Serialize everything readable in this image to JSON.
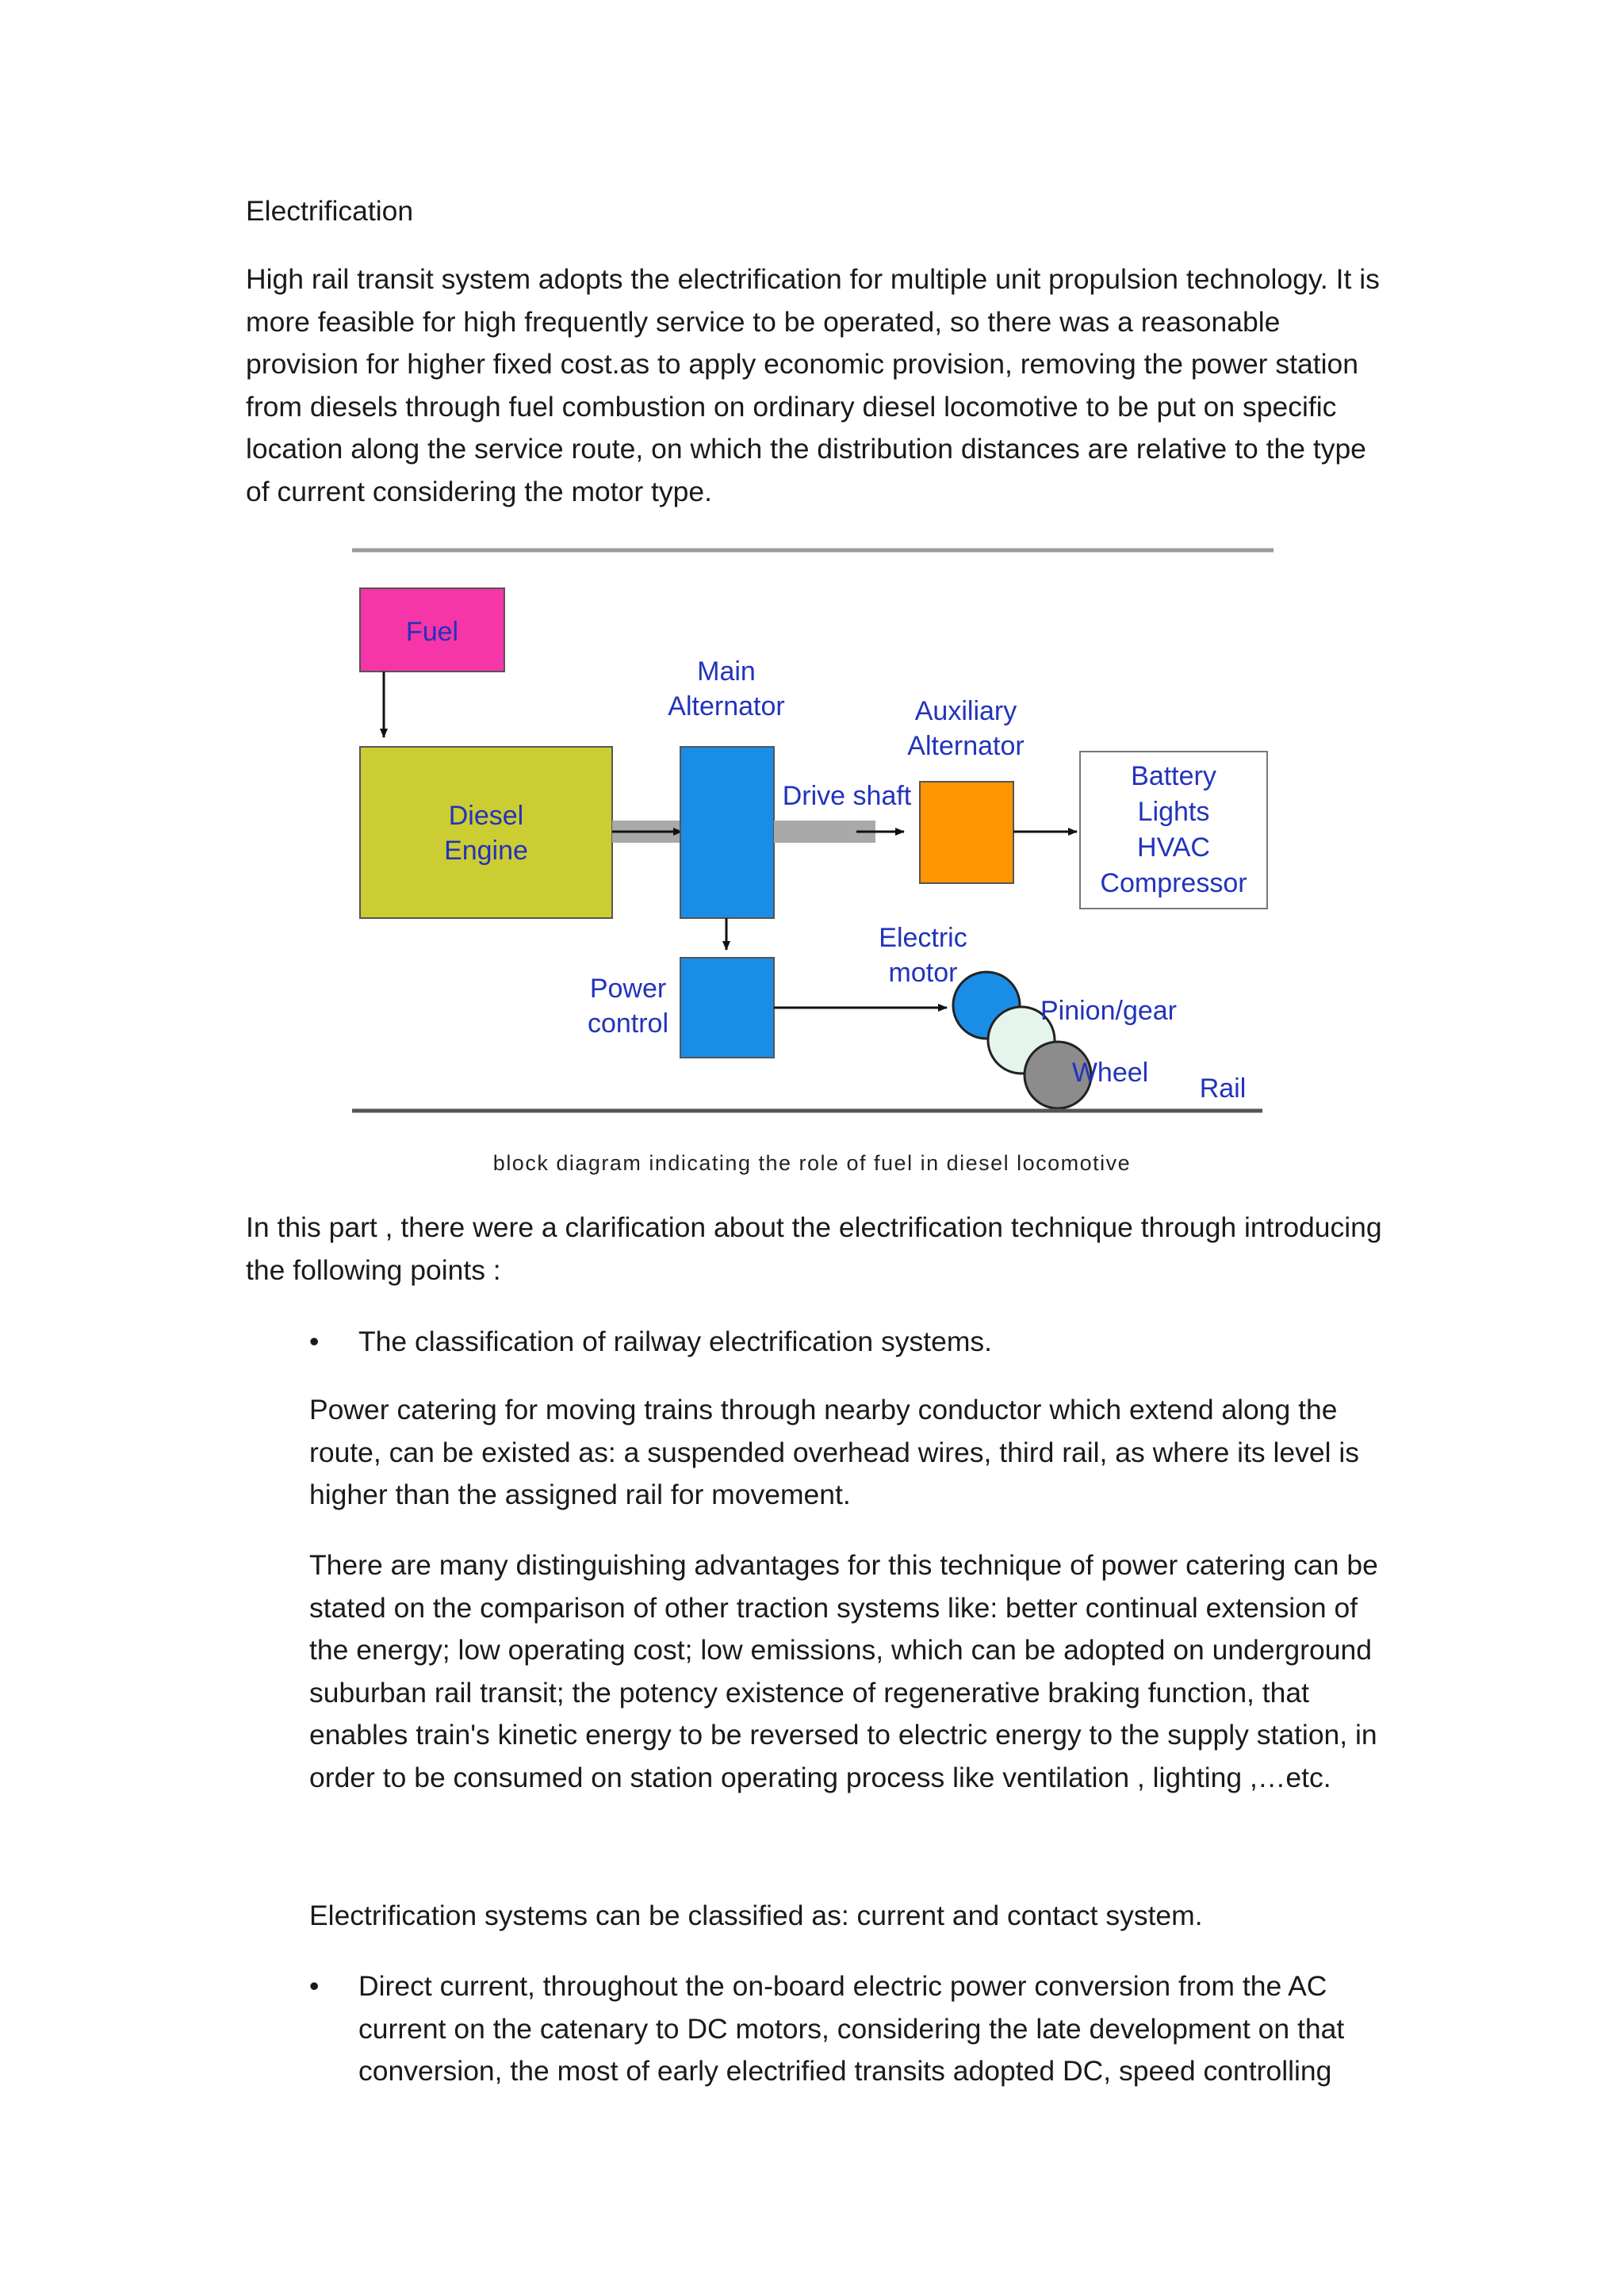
{
  "document": {
    "heading": "Electrification",
    "paragraph1": "High rail transit system adopts the electrification for multiple unit propulsion technology. It is more feasible for high frequently service to be operated, so there was a reasonable provision for higher fixed cost.as to apply economic provision, removing the power station from diesels through fuel combustion on ordinary diesel locomotive to be put on specific location along the service route, on which the distribution distances are relative to the type of current considering the motor type.",
    "figure": {
      "caption": "block diagram indicating the role of fuel in diesel locomotive",
      "labels": {
        "fuel": "Fuel",
        "diesel_line1": "Diesel",
        "diesel_line2": "Engine",
        "main_alt_line1": "Main",
        "main_alt_line2": "Alternator",
        "aux_alt_line1": "Auxiliary",
        "aux_alt_line2": "Alternator",
        "drive_shaft": "Drive shaft",
        "battery": "Battery",
        "lights": "Lights",
        "hvac": "HVAC",
        "compressor": "Compressor",
        "electric_line1": "Electric",
        "electric_line2": "motor",
        "power_line1": "Power",
        "power_line2": "control",
        "pinion": "Pinion/gear",
        "wheel": "Wheel",
        "rail": "Rail"
      },
      "colors": {
        "fuel": "#f535a8",
        "engine": "#cccc33",
        "alternator": "#1a8de6",
        "auxiliary": "#ff9500",
        "label_blue": "#2233bb"
      }
    },
    "paragraph2": "In this part , there were a clarification about the electrification technique through introducing the following points :",
    "bullet1": "The classification of railway electrification systems.",
    "paragraph3": "Power catering for moving trains through nearby conductor which extend along the route, can be existed as: a suspended overhead wires, third rail, as where its level is higher than the assigned rail for movement.",
    "paragraph4": "There are many distinguishing advantages for this technique of power catering can be stated on the comparison of other traction systems like: better continual extension of the energy; low operating cost; low emissions, which can be adopted on underground suburban rail transit; the potency existence of regenerative braking function, that enables train's kinetic energy to be reversed to electric energy to the supply station, in order to be consumed on station operating process like ventilation , lighting ,…etc.",
    "paragraph5": "Electrification systems can be classified as: current and contact system.",
    "bullet2": "Direct current, throughout the on-board electric power conversion from the AC current on the catenary to DC motors, considering the late development on that conversion, the most of early electrified transits adopted DC, speed controlling",
    "bullet_symbol": "•"
  }
}
